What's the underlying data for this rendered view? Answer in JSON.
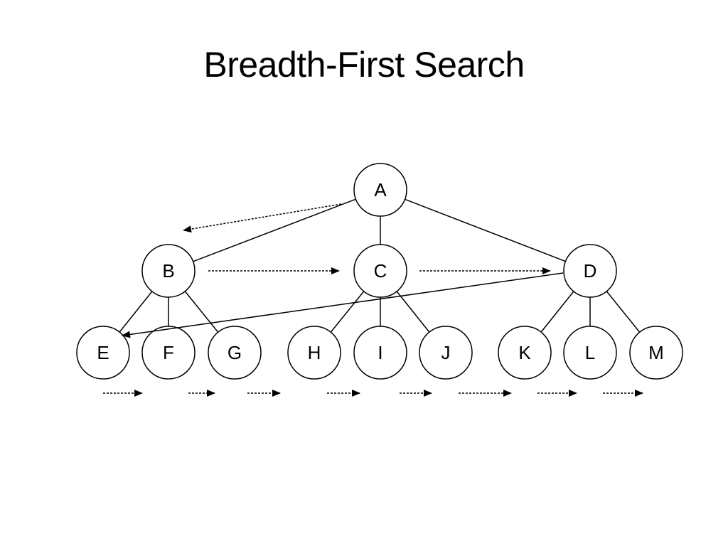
{
  "slide": {
    "title": "Breadth-First Search"
  },
  "diagram": {
    "colors": {
      "stroke": "#000000",
      "fill": "#ffffff"
    },
    "nodes": [
      "A",
      "B",
      "C",
      "D",
      "E",
      "F",
      "G",
      "H",
      "I",
      "J",
      "K",
      "L",
      "M"
    ],
    "edges": [
      [
        "A",
        "B"
      ],
      [
        "A",
        "C"
      ],
      [
        "A",
        "D"
      ],
      [
        "B",
        "E"
      ],
      [
        "B",
        "F"
      ],
      [
        "B",
        "G"
      ],
      [
        "C",
        "H"
      ],
      [
        "C",
        "I"
      ],
      [
        "C",
        "J"
      ],
      [
        "D",
        "K"
      ],
      [
        "D",
        "L"
      ],
      [
        "D",
        "M"
      ]
    ],
    "traversal_order": [
      "A",
      "B",
      "C",
      "D",
      "E",
      "F",
      "G",
      "H",
      "I",
      "J",
      "K",
      "L",
      "M"
    ],
    "arrow_style": "dashed"
  }
}
